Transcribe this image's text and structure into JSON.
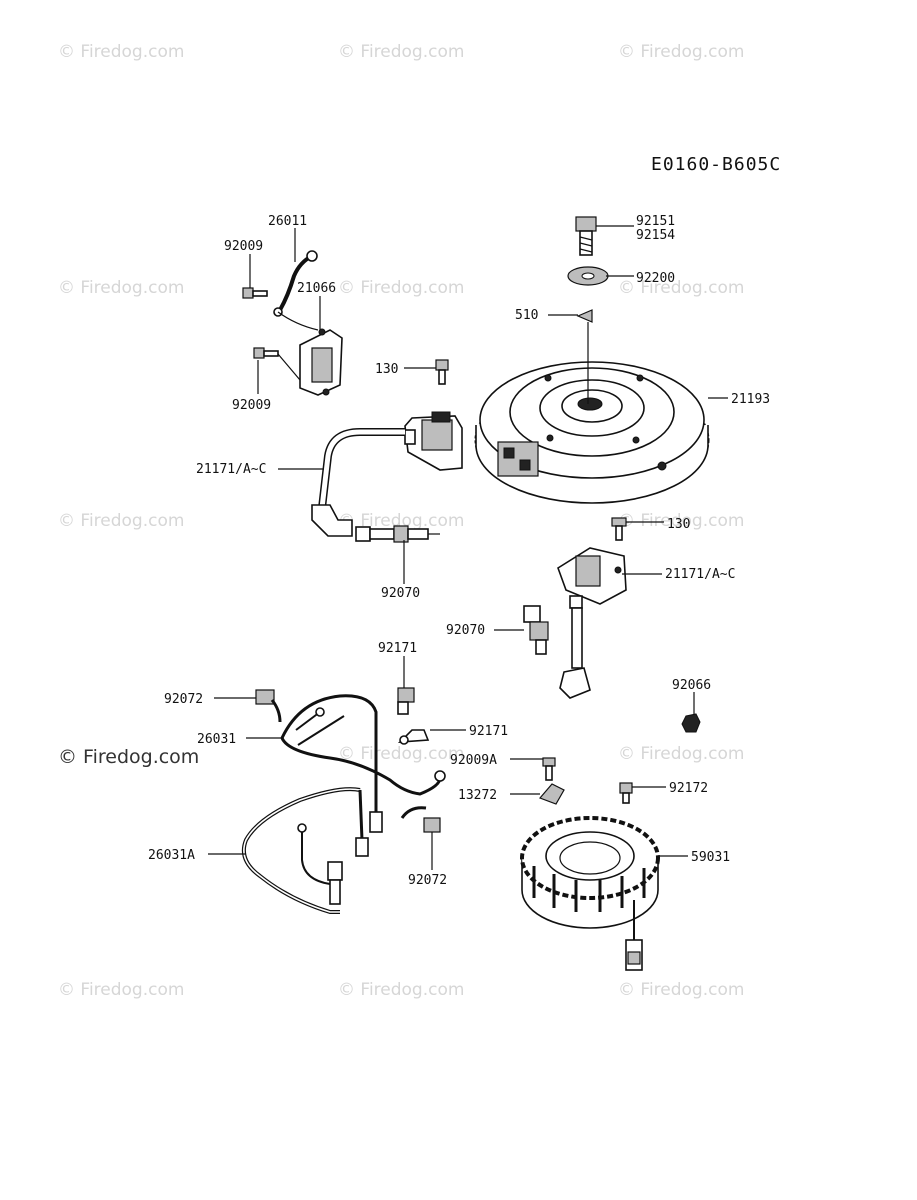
{
  "diagram_code": "E0160-B605C",
  "watermark_text": "© Firedog.com",
  "main_watermark": "© Firedog.com",
  "parts": {
    "p26011": "26011",
    "p92009_top": "92009",
    "p21066": "21066",
    "p92009_bot": "92009",
    "p130_top": "130",
    "p21171_left": "21171/A~C",
    "p92070_left": "92070",
    "p92151": "92151",
    "p92154": "92154",
    "p92200": "92200",
    "p510": "510",
    "p21193": "21193",
    "p130_right": "130",
    "p21171_right": "21171/A~C",
    "p92070_right": "92070",
    "p92171_top": "92171",
    "p92072_top": "92072",
    "p26031": "26031",
    "p92171_mid": "92171",
    "p92009A": "92009A",
    "p13272": "13272",
    "p92066": "92066",
    "p92172": "92172",
    "p26031A": "26031A",
    "p92072_bot": "92072",
    "p59031": "59031"
  }
}
